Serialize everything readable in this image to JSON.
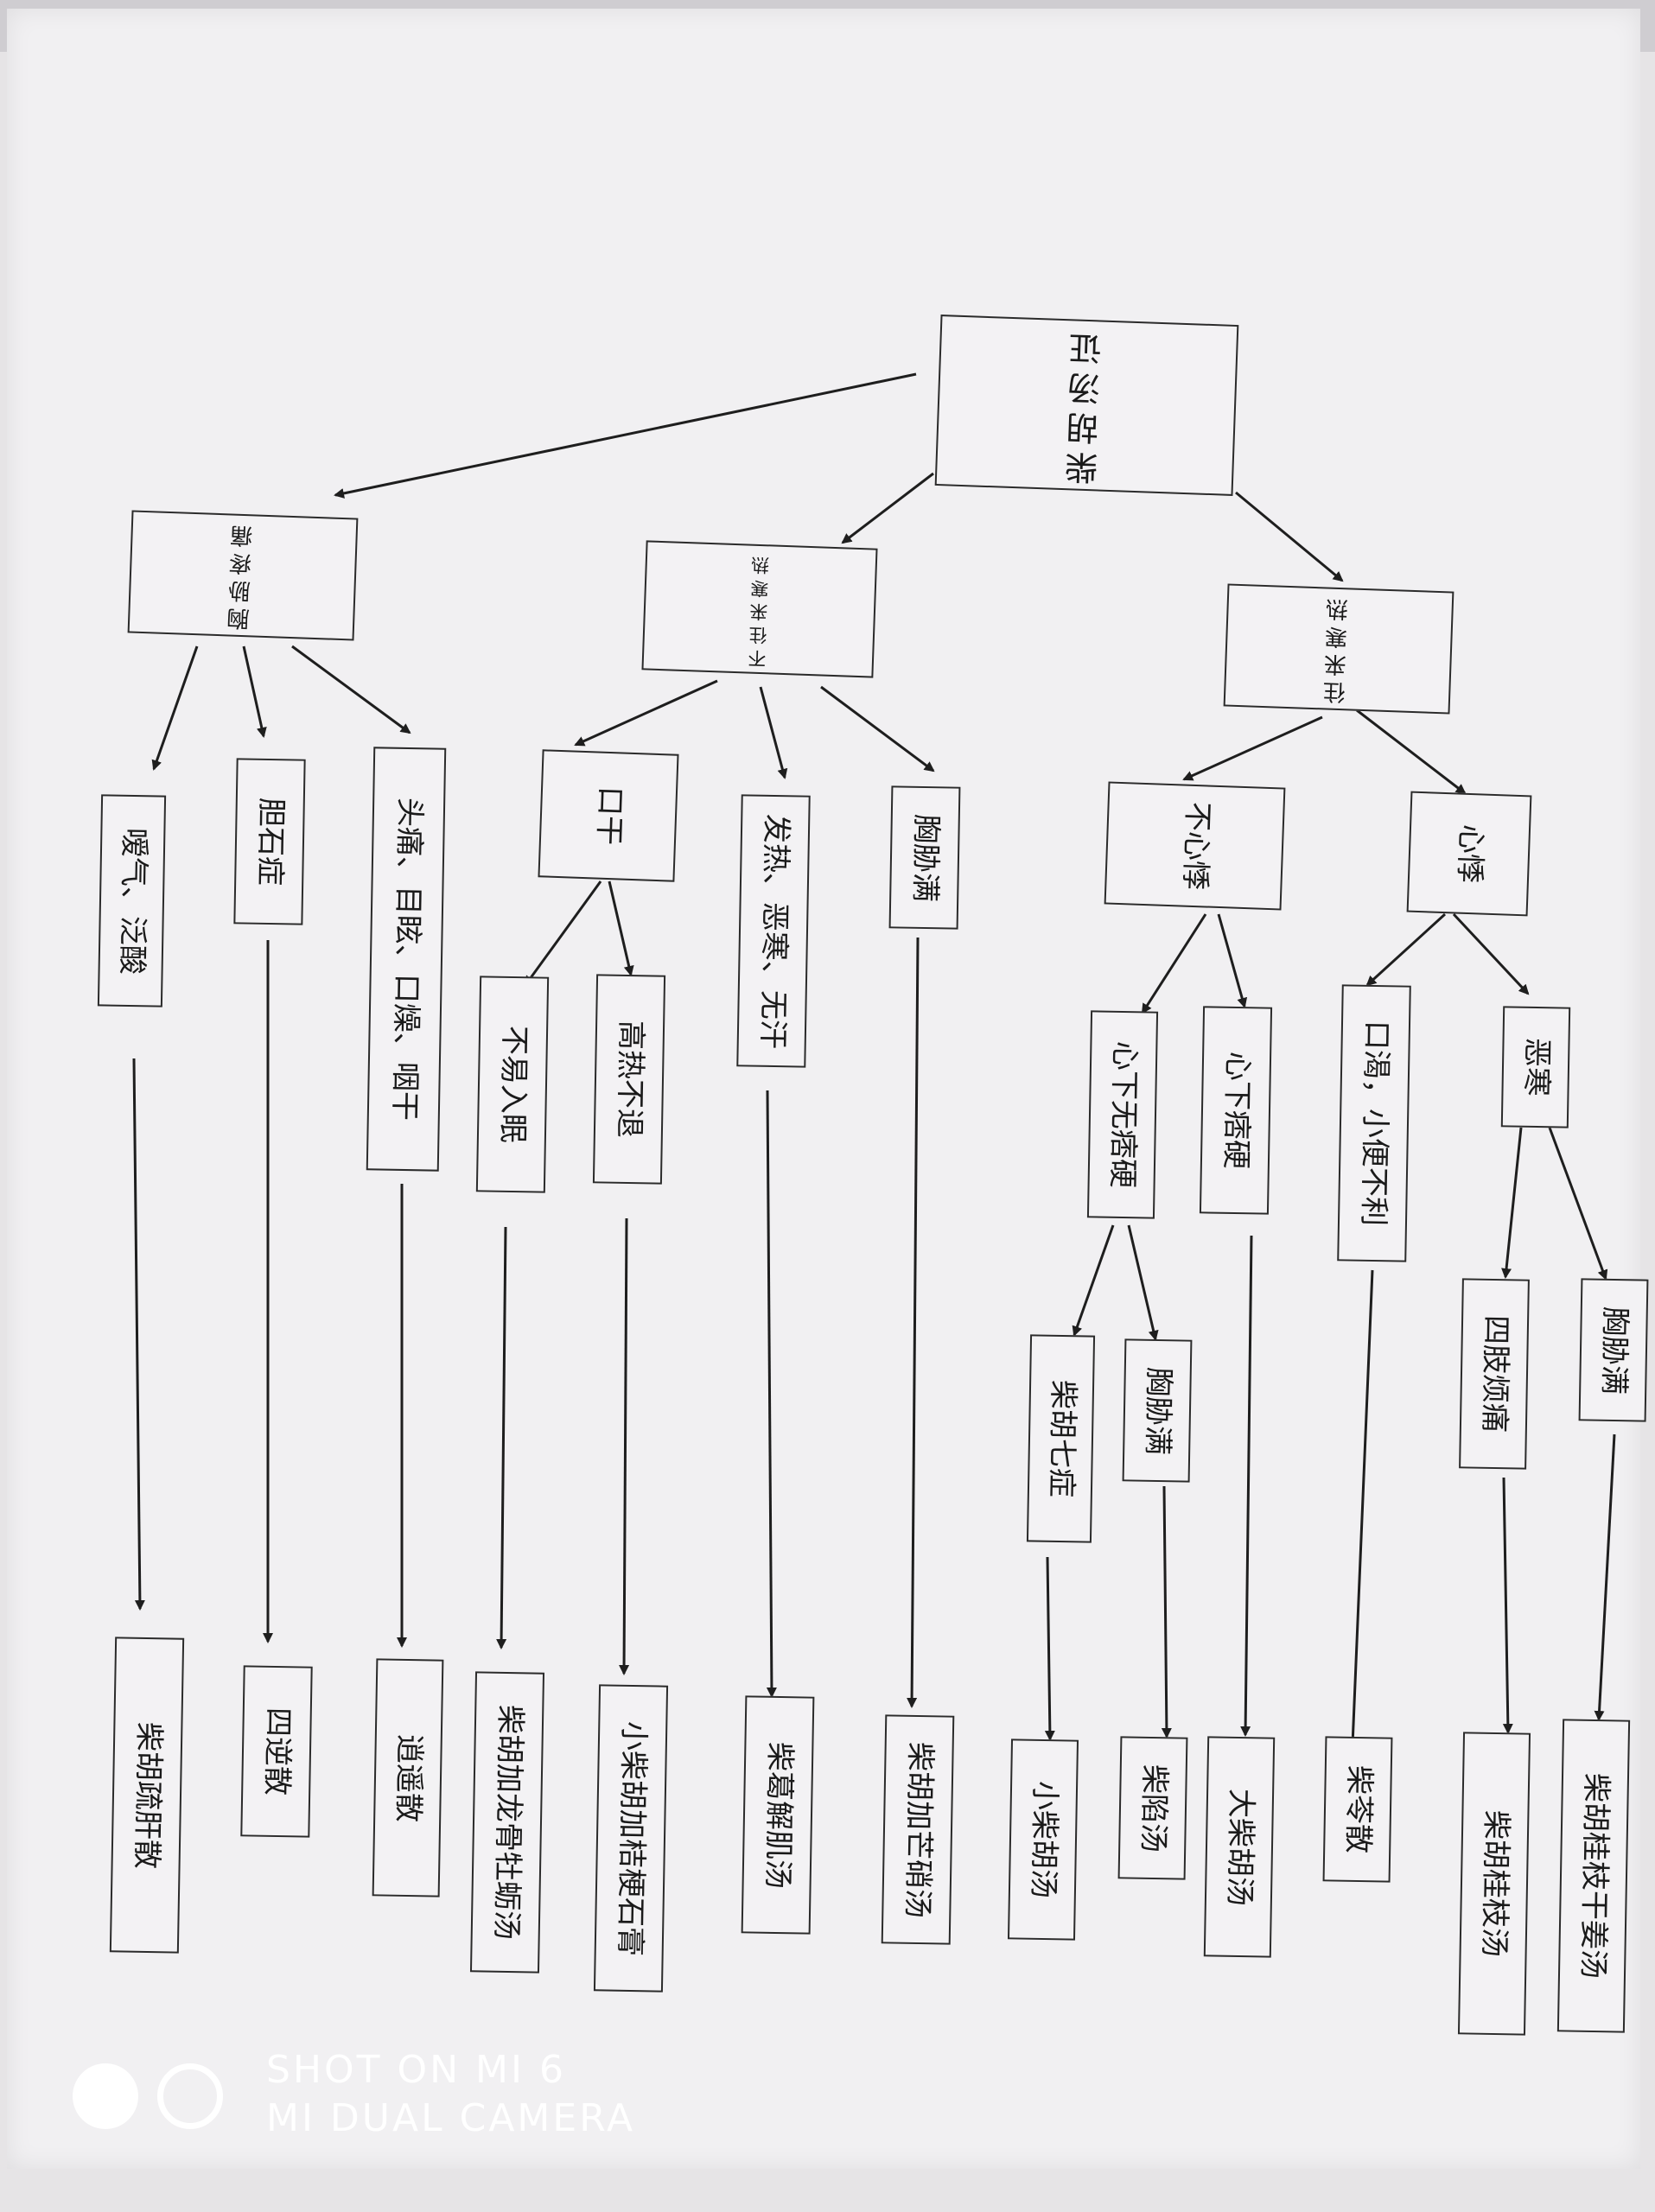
{
  "diagram": {
    "root": "柴胡汤证",
    "branches": [
      {
        "label": "胸胁疼痛",
        "children": [
          {
            "label": "嗳气、泛酸",
            "result": "柴胡疏肝散"
          },
          {
            "label": "胆石症",
            "result": "四逆散"
          },
          {
            "label": "头痛、目眩、口燥、咽干",
            "result": "逍遥散"
          }
        ]
      },
      {
        "label": "不往来寒热",
        "children": [
          {
            "label": "口干",
            "children": [
              {
                "label": "不易入眠",
                "result": "柴胡加龙骨牡蛎汤"
              },
              {
                "label": "高热不退",
                "result": "小柴胡加桔梗石膏"
              }
            ]
          },
          {
            "label": "发热、恶寒、无汗",
            "result": "柴葛解肌汤"
          },
          {
            "label": "胸胁满",
            "result": "柴胡加芒硝汤"
          }
        ]
      },
      {
        "label": "往来寒热",
        "children": [
          {
            "label": "不心悸",
            "children": [
              {
                "label": "心下无痞硬",
                "children": [
                  {
                    "label": "柴胡七症",
                    "result": "小柴胡汤"
                  },
                  {
                    "label": "胸胁满",
                    "result": "柴陷汤"
                  }
                ]
              },
              {
                "label": "心下痞硬",
                "result": "大柴胡汤"
              }
            ]
          },
          {
            "label": "心悸",
            "children": [
              {
                "label": "口渴，小便不利",
                "result": "柴苓散"
              },
              {
                "label": "恶寒",
                "children": [
                  {
                    "label": "四肢烦痛",
                    "result": "柴胡桂枝汤"
                  },
                  {
                    "label": "胸胁满",
                    "result": "柴胡桂枝干姜汤"
                  }
                ]
              }
            ]
          }
        ]
      }
    ]
  },
  "watermark": {
    "line1": "SHOT ON MI 6",
    "line2": "MI DUAL CAMERA"
  }
}
